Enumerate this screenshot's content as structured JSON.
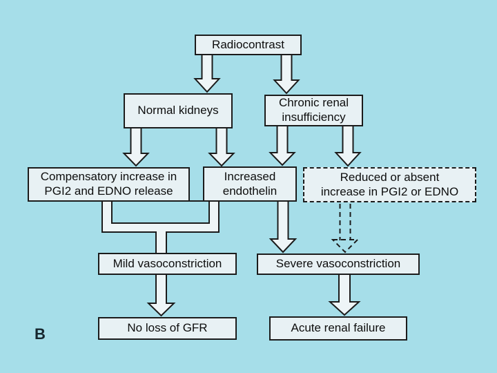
{
  "colors": {
    "background": "#a6dee9",
    "box_fill": "#e8f1f4",
    "arrow_fill": "#eef5f7",
    "stroke": "#1b1b1b",
    "text": "#0d0d0d"
  },
  "figure_label": "B",
  "nodes": {
    "radiocontrast": {
      "label": "Radiocontrast"
    },
    "normal_kidneys": {
      "label": "Normal kidneys"
    },
    "chronic_renal_insufficiency": {
      "label": "Chronic renal\ninsufficiency"
    },
    "compensatory_increase": {
      "label": "Compensatory increase in\nPGI2 and EDNO release"
    },
    "increased_endothelin": {
      "label": "Increased\nendothelin"
    },
    "reduced_or_absent": {
      "label": "Reduced or absent\nincrease in PGI2 or EDNO"
    },
    "mild_vasoconstriction": {
      "label": "Mild vasoconstriction"
    },
    "severe_vasoconstriction": {
      "label": "Severe vasoconstriction"
    },
    "no_loss_of_gfr": {
      "label": "No loss of GFR"
    },
    "acute_renal_failure": {
      "label": "Acute renal failure"
    }
  },
  "edges": [
    {
      "from": "Radiocontrast",
      "to": "Normal kidneys",
      "style": "solid-block-arrow"
    },
    {
      "from": "Radiocontrast",
      "to": "Chronic renal insufficiency",
      "style": "solid-block-arrow"
    },
    {
      "from": "Normal kidneys",
      "to": "Compensatory increase in PGI2 and EDNO release",
      "style": "solid-block-arrow"
    },
    {
      "from": "Normal kidneys",
      "to": "Increased endothelin",
      "style": "solid-block-arrow"
    },
    {
      "from": "Chronic renal insufficiency",
      "to": "Increased endothelin",
      "style": "solid-block-arrow"
    },
    {
      "from": "Chronic renal insufficiency",
      "to": "Reduced or absent increase in PGI2 or EDNO",
      "style": "solid-block-arrow"
    },
    {
      "from": "Compensatory increase in PGI2 and EDNO release + Increased endothelin",
      "to": "Mild vasoconstriction",
      "style": "merged-channel-connector"
    },
    {
      "from": "Increased endothelin",
      "to": "Severe vasoconstriction",
      "style": "solid-block-arrow"
    },
    {
      "from": "Reduced or absent increase in PGI2 or EDNO",
      "to": "Severe vasoconstriction",
      "style": "dashed-arrow"
    },
    {
      "from": "Mild vasoconstriction",
      "to": "No loss of GFR",
      "style": "solid-block-arrow"
    },
    {
      "from": "Severe vasoconstriction",
      "to": "Acute renal failure",
      "style": "solid-block-arrow"
    }
  ]
}
